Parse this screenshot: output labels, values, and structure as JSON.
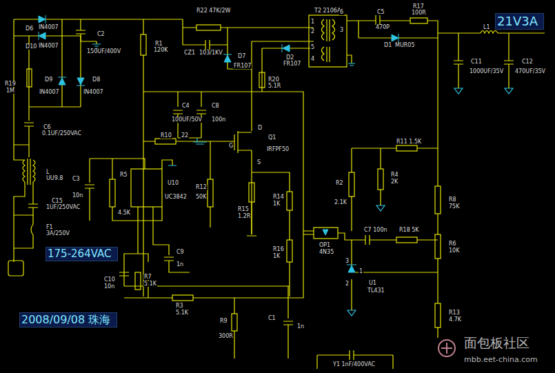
{
  "diagram": {
    "nodes": [
      {
        "text": [
          "21V3A"
        ]
      },
      {
        "text": [
          "175-264VAC"
        ]
      },
      {
        "text": [
          "2008/09/08 珠海"
        ]
      }
    ],
    "labels": [
      "D6",
      "IN4007",
      "D10",
      "IN4007",
      "C2",
      "150UF/400V",
      "D9",
      "IN4007",
      "D8",
      "IN4007",
      "R19",
      "1M",
      "C6",
      "0.1UF/250VAC",
      "L",
      "UU9.8",
      "C15",
      "1UF/250VAC",
      "F1",
      "3A/250V",
      "R1",
      "120K",
      "R22 47K/2W",
      "CZ1",
      "103/1KV",
      "D7",
      "FR107",
      "T2 2106A",
      "1",
      "2",
      "5",
      "4",
      "6",
      "3",
      "C5",
      "470P",
      "R17",
      "100R",
      "L1",
      "D1",
      "MUR05",
      "C11",
      "1000UF/35V",
      "C12",
      "470UF/35V",
      "D2",
      "FR107",
      "R20",
      "5.1R",
      "C4",
      "100UF/50V",
      "C8",
      "100n",
      "R10",
      "22",
      "D",
      "G",
      "S",
      "Q1",
      "IRFPF50",
      "U10",
      "UC3842",
      "C3",
      "10n",
      "R5",
      "4.5K",
      "R12",
      "50K",
      "R15",
      "1.2R",
      "R14",
      "1K",
      "R16",
      "1K",
      "C9",
      "1n",
      "C10",
      "10n",
      "R7",
      "5.1K",
      "R3",
      "5.1K",
      "R9",
      "300R",
      "C1",
      "1n",
      "R11 1.5K",
      "R4",
      "2K",
      "R2",
      "2.1K",
      "R8",
      "75K",
      "R6",
      "10K",
      "R13",
      "4.7K",
      "OP1",
      "4N35",
      "C7 100n",
      "R18 5K",
      "3",
      "2",
      "1",
      "U1",
      "TL431",
      "Y1 1nF/400VAC",
      "面包板社区",
      "mbb.eet-china.com"
    ]
  }
}
